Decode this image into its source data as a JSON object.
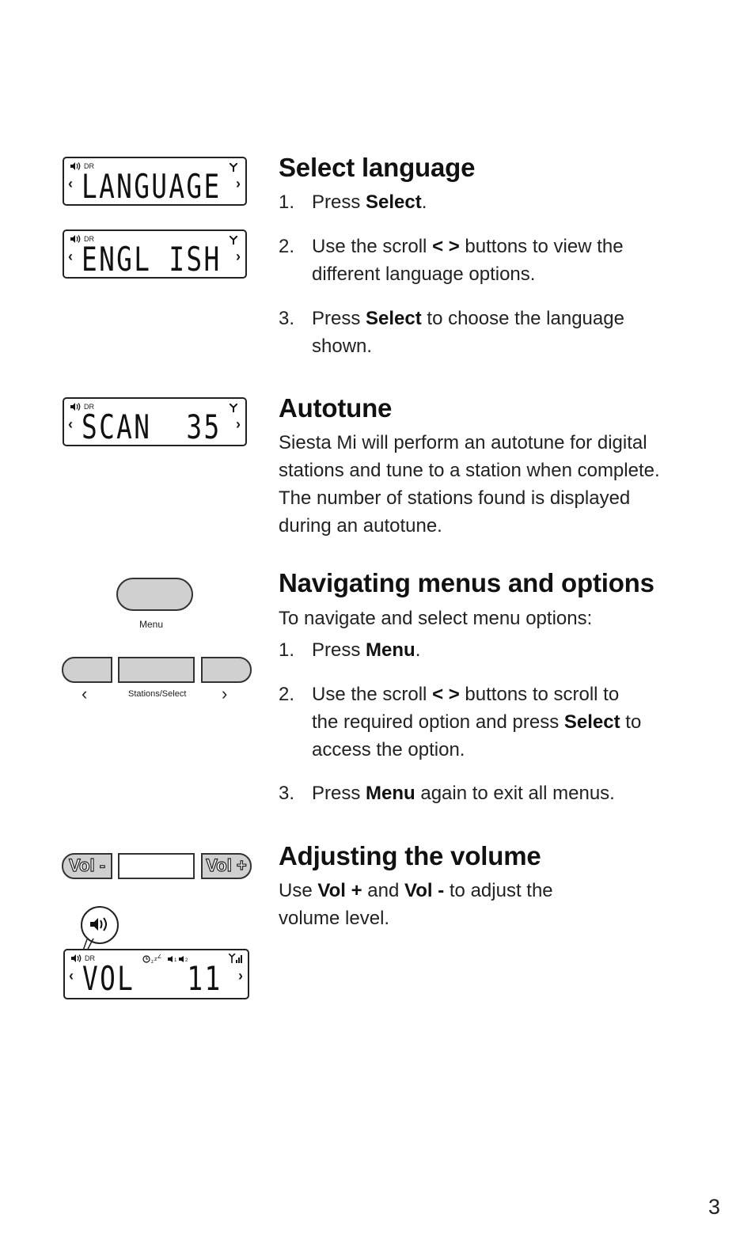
{
  "select_language": {
    "title": "Select language",
    "lcd1": {
      "dr": "DR",
      "text": "LANGUAGE"
    },
    "lcd2": {
      "dr": "DR",
      "text": "ENGL ISH"
    },
    "steps": [
      {
        "num": "1.",
        "pre": "Press ",
        "bold": "Select",
        "post": "."
      },
      {
        "num": "2.",
        "line1": "Use the scroll < > buttons to view the",
        "line2": "different language options."
      },
      {
        "num": "3.",
        "pre": "Press ",
        "bold": "Select",
        "post": " to choose the language",
        "line2": "shown."
      }
    ]
  },
  "autotune": {
    "title": "Autotune",
    "lcd": {
      "dr": "DR",
      "text": "SCAN  35"
    },
    "lines": [
      "Siesta Mi will perform an autotune for digital",
      "stations and tune to a station when complete.",
      "The number of stations found is displayed",
      "during an autotune."
    ]
  },
  "navigating": {
    "title": "Navigating menus and options",
    "intro": "To navigate and select menu options:",
    "menu_label": "Menu",
    "stations_label": "Stations/Select",
    "steps": [
      {
        "num": "1.",
        "pre": "Press ",
        "bold": "Menu",
        "post": "."
      },
      {
        "num": "2.",
        "line1_pre": "Use the scroll ",
        "line1_bold": "< >",
        "line1_post": " buttons to scroll to",
        "line2_pre": "the required option and press ",
        "line2_bold": "Select",
        "line2_post": " to",
        "line3": "access the option."
      },
      {
        "num": "3.",
        "pre": "Press ",
        "bold": "Menu",
        "post": " again to exit all menus."
      }
    ]
  },
  "volume": {
    "title": "Adjusting the volume",
    "vol_minus": "Vol -",
    "vol_plus": "Vol +",
    "lcd": {
      "dr": "DR",
      "text": "VOL   11"
    },
    "line1_pre": "Use ",
    "line1_b1": "Vol +",
    "line1_mid": " and ",
    "line1_b2": "Vol -",
    "line1_post": " to adjust the",
    "line2": "volume level."
  },
  "page_number": "3"
}
